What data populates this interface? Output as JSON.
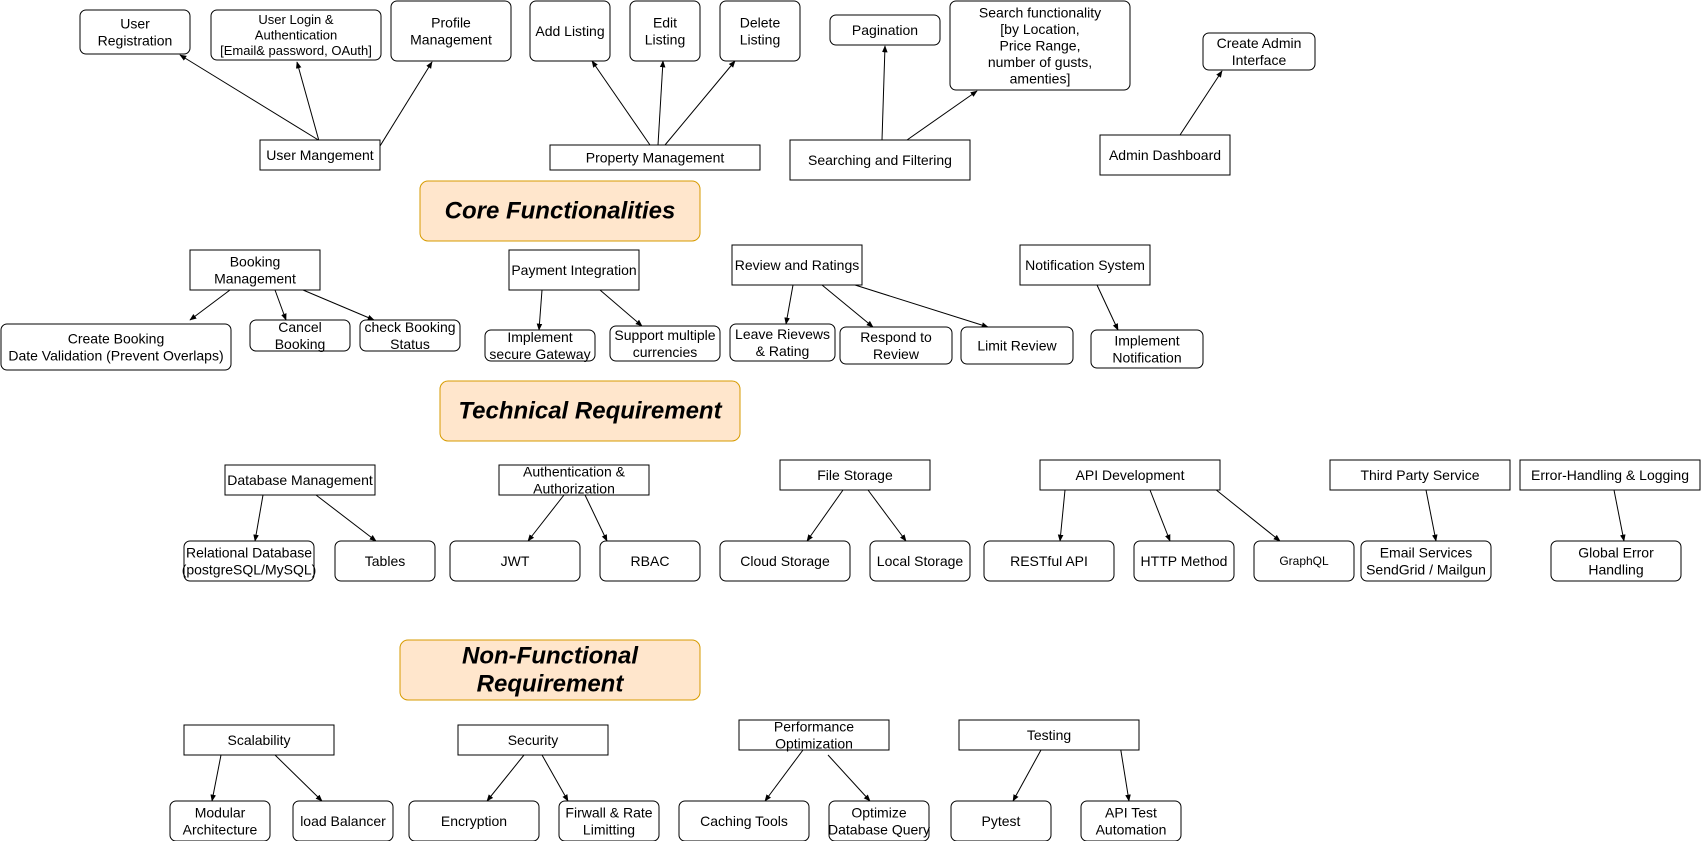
{
  "sections": [
    {
      "id": "core",
      "lines": [
        "Core Functionalities"
      ]
    },
    {
      "id": "tech",
      "lines": [
        "Technical Requirement"
      ]
    },
    {
      "id": "nonfunc",
      "lines": [
        "Non-Functional",
        "Requirement"
      ]
    }
  ],
  "nodes": [
    {
      "id": "user-registration",
      "lines": [
        "User",
        "Registration"
      ]
    },
    {
      "id": "user-login",
      "lines": [
        "User Login &",
        "Authentication",
        "[Email& password, OAuth]"
      ]
    },
    {
      "id": "profile-management",
      "lines": [
        "Profile",
        "Management"
      ]
    },
    {
      "id": "user-management",
      "lines": [
        "User Mangement"
      ]
    },
    {
      "id": "add-listing",
      "lines": [
        "Add Listing"
      ]
    },
    {
      "id": "edit-listing",
      "lines": [
        "Edit",
        "Listing"
      ]
    },
    {
      "id": "delete-listing",
      "lines": [
        "Delete",
        "Listing"
      ]
    },
    {
      "id": "property-management",
      "lines": [
        "Property Management"
      ]
    },
    {
      "id": "pagination",
      "lines": [
        "Pagination"
      ]
    },
    {
      "id": "search-functionality",
      "lines": [
        "Search functionality",
        "[by Location,",
        "Price Range,",
        "number of gusts,",
        "amenties]"
      ]
    },
    {
      "id": "searching-filtering",
      "lines": [
        "Searching and Filtering"
      ]
    },
    {
      "id": "create-admin-interface",
      "lines": [
        "Create Admin",
        "Interface"
      ]
    },
    {
      "id": "admin-dashboard",
      "lines": [
        "Admin Dashboard"
      ]
    },
    {
      "id": "booking-management",
      "lines": [
        "Booking",
        "Management"
      ]
    },
    {
      "id": "create-booking",
      "lines": [
        "Create Booking",
        "Date Validation (Prevent Overlaps)"
      ]
    },
    {
      "id": "cancel-booking",
      "lines": [
        "Cancel",
        "Booking"
      ]
    },
    {
      "id": "check-booking-status",
      "lines": [
        "check Booking",
        "Status"
      ]
    },
    {
      "id": "payment-integration",
      "lines": [
        "Payment Integration"
      ]
    },
    {
      "id": "implement-secure-gateway",
      "lines": [
        "Implement",
        "secure Gateway"
      ]
    },
    {
      "id": "support-multiple-currencies",
      "lines": [
        "Support multiple",
        "currencies"
      ]
    },
    {
      "id": "review-ratings",
      "lines": [
        "Review and Ratings"
      ]
    },
    {
      "id": "leave-reviews",
      "lines": [
        "Leave Rievews",
        "& Rating"
      ]
    },
    {
      "id": "respond-review",
      "lines": [
        "Respond to",
        "Review"
      ]
    },
    {
      "id": "limit-review",
      "lines": [
        "Limit Review"
      ]
    },
    {
      "id": "notification-system",
      "lines": [
        "Notification System"
      ]
    },
    {
      "id": "implement-notification",
      "lines": [
        "Implement",
        "Notification"
      ]
    },
    {
      "id": "database-management",
      "lines": [
        "Database Management"
      ]
    },
    {
      "id": "relational-database",
      "lines": [
        "Relational Database",
        "(postgreSQL/MySQL)"
      ]
    },
    {
      "id": "tables",
      "lines": [
        "Tables"
      ]
    },
    {
      "id": "auth-authorization",
      "lines": [
        "Authentication &",
        "Authorization"
      ]
    },
    {
      "id": "jwt",
      "lines": [
        "JWT"
      ]
    },
    {
      "id": "rbac",
      "lines": [
        "RBAC"
      ]
    },
    {
      "id": "file-storage",
      "lines": [
        "File Storage"
      ]
    },
    {
      "id": "cloud-storage",
      "lines": [
        "Cloud Storage"
      ]
    },
    {
      "id": "local-storage",
      "lines": [
        "Local Storage"
      ]
    },
    {
      "id": "api-development",
      "lines": [
        "API Development"
      ]
    },
    {
      "id": "restful-api",
      "lines": [
        "RESTful API"
      ]
    },
    {
      "id": "http-method",
      "lines": [
        "HTTP Method"
      ]
    },
    {
      "id": "graphql",
      "lines": [
        "GraphQL"
      ]
    },
    {
      "id": "third-party-service",
      "lines": [
        "Third Party Service"
      ]
    },
    {
      "id": "email-services",
      "lines": [
        "Email Services",
        "SendGrid / Mailgun"
      ]
    },
    {
      "id": "error-handling-logging",
      "lines": [
        "Error-Handling & Logging"
      ]
    },
    {
      "id": "global-error-handling",
      "lines": [
        "Global Error",
        "Handling"
      ]
    },
    {
      "id": "scalability",
      "lines": [
        "Scalability"
      ]
    },
    {
      "id": "modular-architecture",
      "lines": [
        "Modular",
        "Architecture"
      ]
    },
    {
      "id": "load-balancer",
      "lines": [
        "load Balancer"
      ]
    },
    {
      "id": "security",
      "lines": [
        "Security"
      ]
    },
    {
      "id": "encryption",
      "lines": [
        "Encryption"
      ]
    },
    {
      "id": "firewall-rate-limiting",
      "lines": [
        "Firwall & Rate",
        "Limitting"
      ]
    },
    {
      "id": "performance-optimization",
      "lines": [
        "Performance",
        "Optimization"
      ]
    },
    {
      "id": "caching-tools",
      "lines": [
        "Caching Tools"
      ]
    },
    {
      "id": "optimize-database-query",
      "lines": [
        "Optimize",
        "Database Query"
      ]
    },
    {
      "id": "testing",
      "lines": [
        "Testing"
      ]
    },
    {
      "id": "pytest",
      "lines": [
        "Pytest"
      ]
    },
    {
      "id": "api-test-automation",
      "lines": [
        "API Test",
        "Automation"
      ]
    }
  ],
  "edges": [
    [
      "user-management",
      "user-registration"
    ],
    [
      "user-management",
      "user-login"
    ],
    [
      "user-management",
      "profile-management"
    ],
    [
      "property-management",
      "add-listing"
    ],
    [
      "property-management",
      "edit-listing"
    ],
    [
      "property-management",
      "delete-listing"
    ],
    [
      "searching-filtering",
      "pagination"
    ],
    [
      "searching-filtering",
      "search-functionality"
    ],
    [
      "admin-dashboard",
      "create-admin-interface"
    ],
    [
      "booking-management",
      "create-booking"
    ],
    [
      "booking-management",
      "cancel-booking"
    ],
    [
      "booking-management",
      "check-booking-status"
    ],
    [
      "payment-integration",
      "implement-secure-gateway"
    ],
    [
      "payment-integration",
      "support-multiple-currencies"
    ],
    [
      "review-ratings",
      "leave-reviews"
    ],
    [
      "review-ratings",
      "respond-review"
    ],
    [
      "review-ratings",
      "limit-review"
    ],
    [
      "notification-system",
      "implement-notification"
    ],
    [
      "database-management",
      "relational-database"
    ],
    [
      "database-management",
      "tables"
    ],
    [
      "auth-authorization",
      "jwt"
    ],
    [
      "auth-authorization",
      "rbac"
    ],
    [
      "file-storage",
      "cloud-storage"
    ],
    [
      "file-storage",
      "local-storage"
    ],
    [
      "api-development",
      "restful-api"
    ],
    [
      "api-development",
      "http-method"
    ],
    [
      "api-development",
      "graphql"
    ],
    [
      "third-party-service",
      "email-services"
    ],
    [
      "error-handling-logging",
      "global-error-handling"
    ],
    [
      "scalability",
      "modular-architecture"
    ],
    [
      "scalability",
      "load-balancer"
    ],
    [
      "security",
      "encryption"
    ],
    [
      "security",
      "firewall-rate-limiting"
    ],
    [
      "performance-optimization",
      "caching-tools"
    ],
    [
      "performance-optimization",
      "optimize-database-query"
    ],
    [
      "testing",
      "pytest"
    ],
    [
      "testing",
      "api-test-automation"
    ]
  ]
}
